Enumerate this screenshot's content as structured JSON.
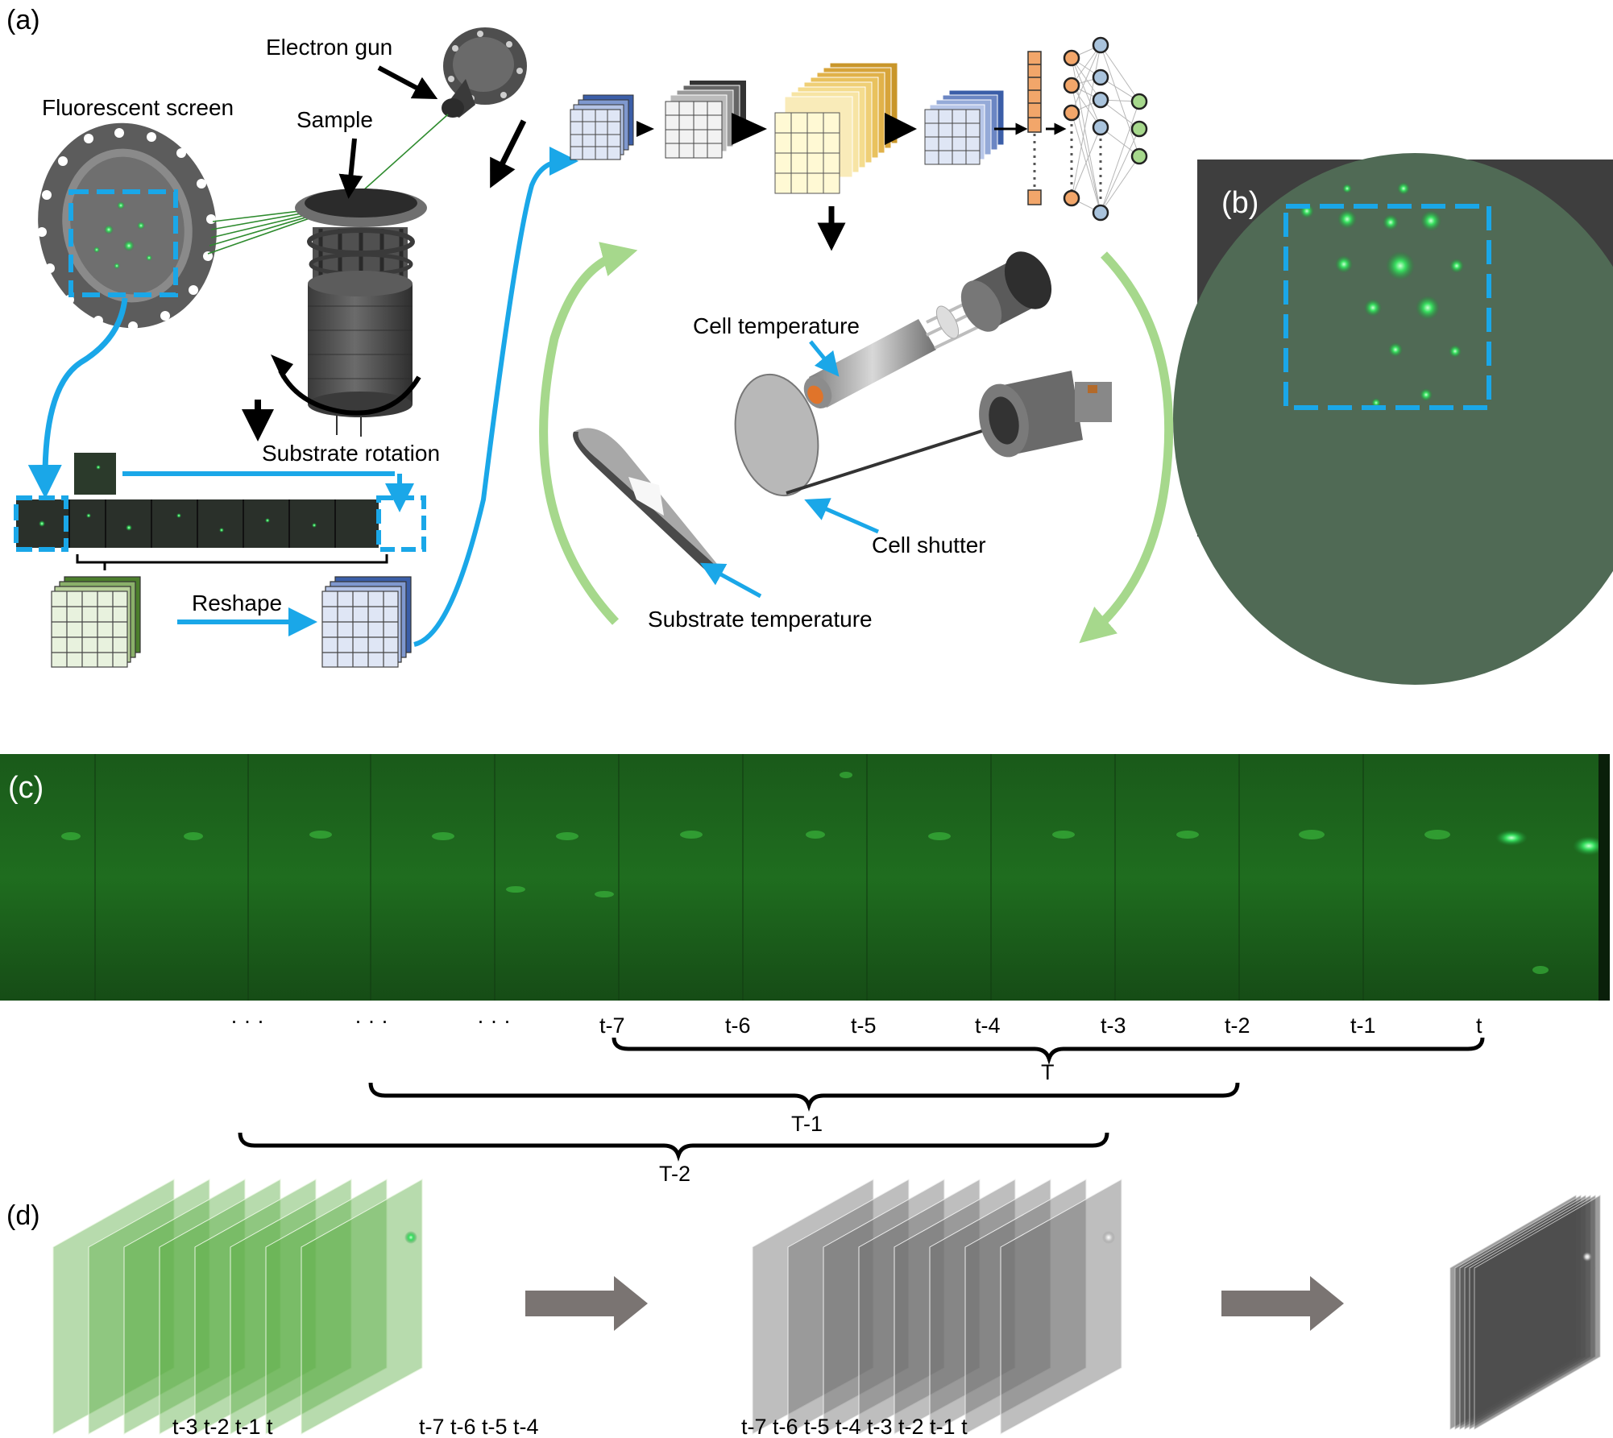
{
  "panels": {
    "a": "(a)",
    "b": "(b)",
    "c": "(c)",
    "d": "(d)"
  },
  "labels": {
    "electron_gun": "Electron gun",
    "fluorescent_screen": "Fluorescent screen",
    "sample": "Sample",
    "substrate_rotation": "Substrate rotation",
    "reshape": "Reshape",
    "cell_temperature": "Cell temperature",
    "cell_shutter": "Cell shutter",
    "substrate_temperature": "Substrate temperature"
  },
  "timeline": {
    "ellipses": [
      "· · ·",
      "· · ·",
      "· · ·"
    ],
    "ticks": [
      "t-7",
      "t-6",
      "t-5",
      "t-4",
      "t-3",
      "t-2",
      "t-1",
      "t"
    ],
    "windows": [
      "T",
      "T-1",
      "T-2"
    ]
  },
  "stack_labels": {
    "green_front": "t-3 t-2 t-1  t",
    "green_back": "t-7 t-6 t-5 t-4",
    "gray": "t-7 t-6 t-5 t-4 t-3 t-2 t-1  t"
  },
  "colors": {
    "accent_blue": "#1aa7e8",
    "arc_green": "#a6d88c",
    "rheed_green": "#27a53a",
    "arrow_gray": "#7a7472"
  }
}
